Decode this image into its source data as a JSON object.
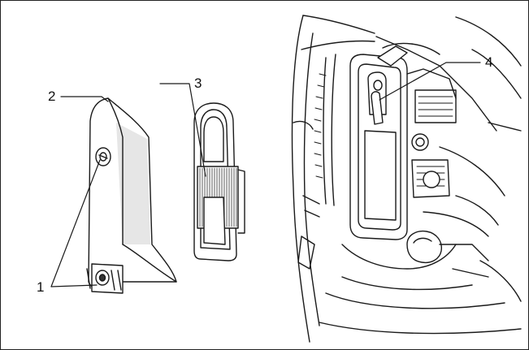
{
  "callouts": {
    "c1": "1",
    "c2": "2",
    "c3": "3",
    "c4": "4"
  },
  "colors": {
    "stroke": "#1a1a1a",
    "fill": "#ffffff",
    "shade": "#d9d9d9"
  }
}
